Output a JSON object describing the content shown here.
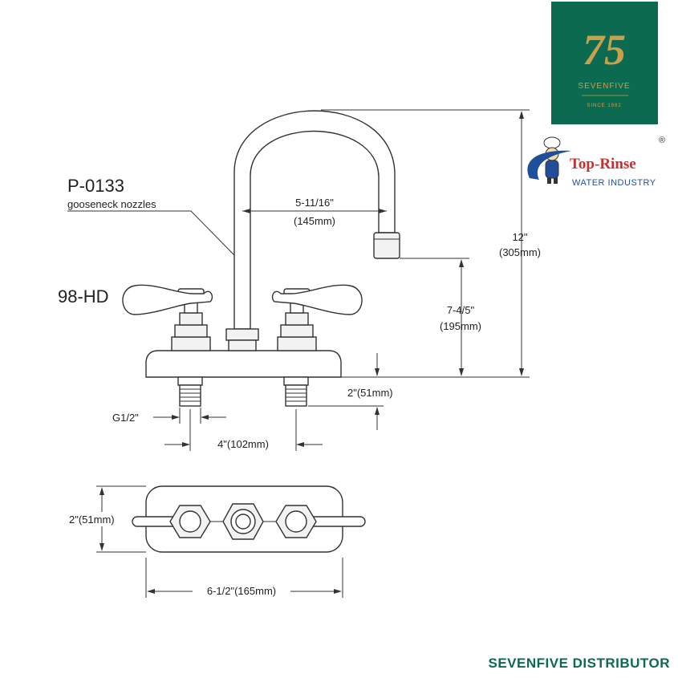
{
  "brand": {
    "logo_number": "75",
    "logo_name": "SEVENFIVE",
    "logo_since": "SINCE 1982",
    "logo_bg": "#0b6a4f",
    "logo_gold": "#c9a14a",
    "partner_name": "Top-Rinse",
    "partner_sub": "WATER INDUSTRY",
    "partner_reg": "®",
    "partner_red": "#d42a2a",
    "partner_blue": "#1f4f9a"
  },
  "labels": {
    "part_number": "P-0133",
    "part_desc": "gooseneck nozzles",
    "handle_model": "98-HD"
  },
  "dimensions": {
    "spout_reach": "5-11/16\"",
    "spout_reach_mm": "(145mm)",
    "height": "12\"",
    "height_mm": "(305mm)",
    "spout_clearance": "7-4/5\"",
    "spout_clearance_mm": "(195mm)",
    "shank": "2\"(51mm)",
    "thread": "G1/2\"",
    "centers": "4\"(102mm)",
    "base_depth": "2\"(51mm)",
    "base_width": "6-1/2\"(165mm)"
  },
  "footer": {
    "text": "SEVENFIVE DISTRIBUTOR",
    "color": "#0b6a4f"
  }
}
